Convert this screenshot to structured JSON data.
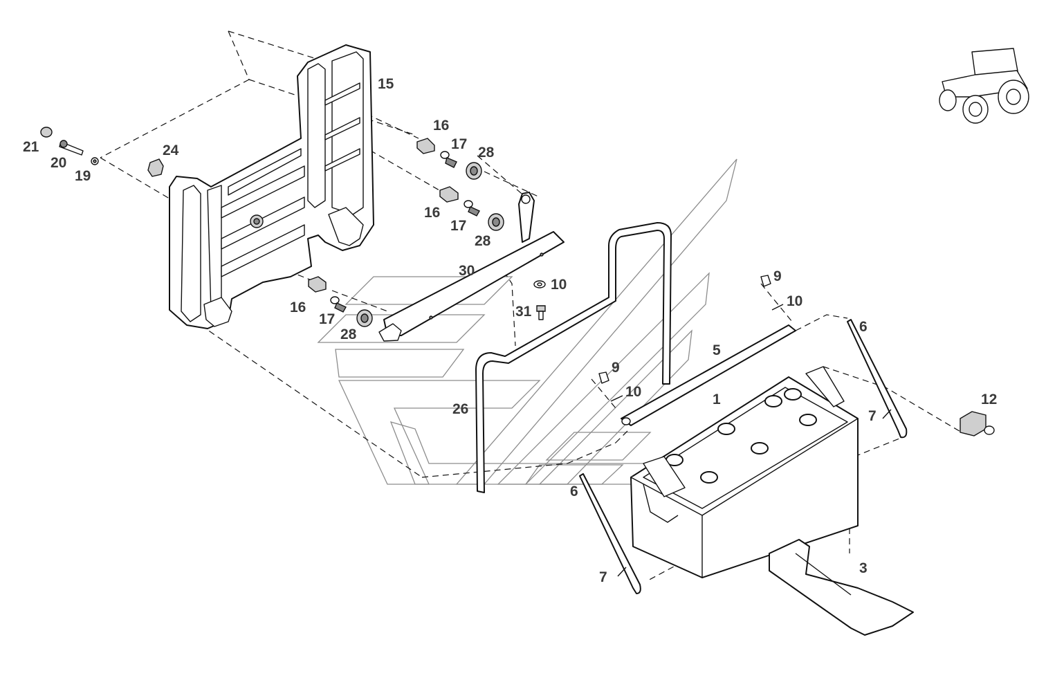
{
  "callouts": {
    "c1": "1",
    "c3": "3",
    "c5": "5",
    "c6a": "6",
    "c6b": "6",
    "c7a": "7",
    "c7b": "7",
    "c9a": "9",
    "c9b": "9",
    "c10a": "10",
    "c10b": "10",
    "c10c": "10",
    "c12": "12",
    "c15": "15",
    "c16a": "16",
    "c16b": "16",
    "c16c": "16",
    "c17a": "17",
    "c17b": "17",
    "c17c": "17",
    "c19": "19",
    "c20": "20",
    "c21": "21",
    "c24": "24",
    "c26": "26",
    "c28a": "28",
    "c28b": "28",
    "c28c": "28",
    "c30": "30",
    "c31": "31"
  },
  "colors": {
    "line": "#111111",
    "label": "#3a3a3a",
    "watermark": "#8c8c8c",
    "background": "#ffffff"
  },
  "icons": {
    "tractor": "tractor-icon"
  }
}
